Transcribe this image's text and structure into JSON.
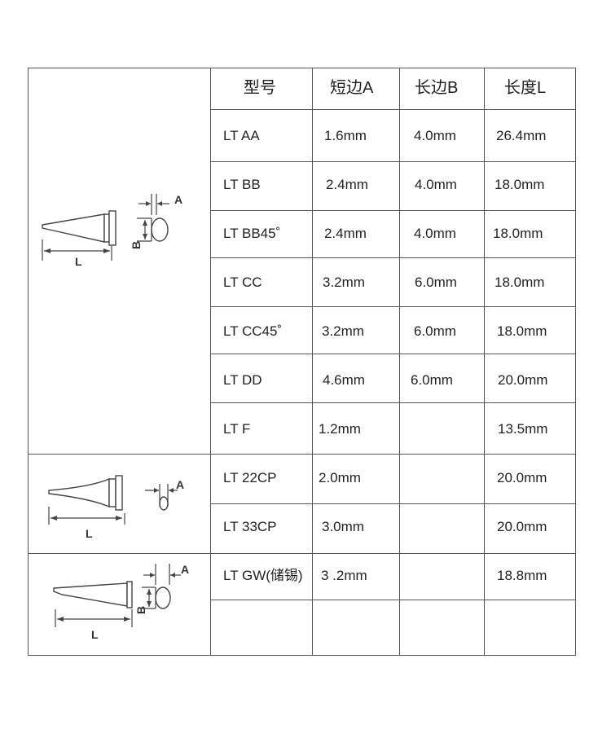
{
  "headers": {
    "model": "型号",
    "short_side": "短边A",
    "long_side": "长边B",
    "length": "长度L"
  },
  "rows": [
    {
      "model": "LT AA",
      "a": "1.6mm",
      "b": "4.0mm",
      "l": "26.4mm"
    },
    {
      "model": "LT BB",
      "a": "2.4mm",
      "b": "4.0mm",
      "l": "18.0mm"
    },
    {
      "model": "LT BB45˚",
      "a": "2.4mm",
      "b": "4.0mm",
      "l": "18.0mm"
    },
    {
      "model": "LT CC",
      "a": "3.2mm",
      "b": "6.0mm",
      "l": "18.0mm"
    },
    {
      "model": "LT CC45˚",
      "a": "3.2mm",
      "b": "6.0mm",
      "l": "18.0mm"
    },
    {
      "model": "LT DD",
      "a": "4.6mm",
      "b": "6.0mm",
      "l": "20.0mm"
    },
    {
      "model": "LT F",
      "a": "1.2mm",
      "b": "",
      "l": "13.5mm"
    },
    {
      "model": "LT 22CP",
      "a": "2.0mm",
      "b": "",
      "l": "20.0mm"
    },
    {
      "model": "LT 33CP",
      "a": "3.0mm",
      "b": "",
      "l": "20.0mm"
    },
    {
      "model": "LT GW(储锡)",
      "a": "3 .2mm",
      "b": "",
      "l": "18.8mm"
    },
    {
      "model": "",
      "a": "",
      "b": "",
      "l": ""
    }
  ],
  "diagram_labels": {
    "a": "A",
    "b": "B",
    "l": "L"
  }
}
